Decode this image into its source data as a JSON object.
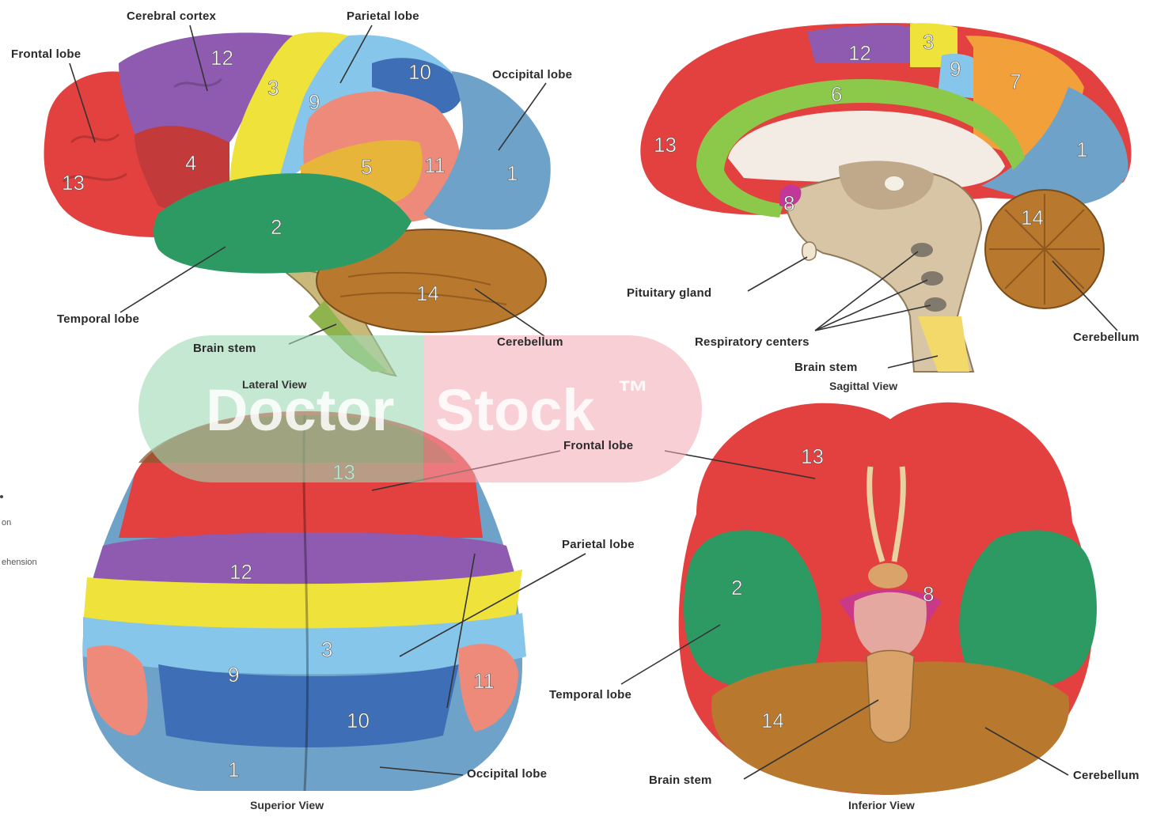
{
  "colors": {
    "frontal": "#e2413f",
    "temporal": "#2e9a63",
    "parietal_blue": "#86c6ea",
    "occipital": "#6fa2c8",
    "yellow": "#efe23a",
    "purple": "#8f5bb0",
    "orange": "#f2a03a",
    "green_light": "#8cc94a",
    "cerebellum": "#b8782e",
    "salmon": "#ee8a7a",
    "dark_blue": "#3e6fb6",
    "dark_red": "#c23a3a",
    "gold": "#e7b53a",
    "pink": "#c2379a",
    "watermark_green": "#9fd8b4",
    "watermark_red": "#f3a7b1"
  },
  "watermark": {
    "left": "Doctor",
    "right": "Stock",
    "mark": "™"
  },
  "lateral": {
    "caption": "Lateral View",
    "labels": {
      "cerebral_cortex": "Cerebral cortex",
      "parietal": "Parietal lobe",
      "frontal": "Frontal lobe",
      "occipital": "Occipital lobe",
      "temporal": "Temporal lobe",
      "brain_stem": "Brain stem",
      "cerebellum": "Cerebellum"
    },
    "numbers": [
      "12",
      "3",
      "9",
      "10",
      "13",
      "4",
      "5",
      "11",
      "1",
      "2",
      "14"
    ]
  },
  "sagittal": {
    "caption": "Sagittal View",
    "labels": {
      "pituitary": "Pituitary gland",
      "respiratory": "Respiratory centers",
      "brain_stem": "Brain stem",
      "cerebellum": "Cerebellum"
    },
    "numbers": [
      "12",
      "3",
      "9",
      "7",
      "6",
      "13",
      "1",
      "8",
      "14"
    ]
  },
  "superior": {
    "caption": "Superior View",
    "labels": {
      "frontal": "Frontal lobe",
      "parietal": "Parietal lobe",
      "occipital": "Occipital lobe"
    },
    "numbers": [
      "13",
      "12",
      "3",
      "9",
      "11",
      "10",
      "1"
    ]
  },
  "inferior": {
    "caption": "Inferior View",
    "labels": {
      "temporal": "Temporal lobe",
      "brain_stem": "Brain stem",
      "cerebellum": "Cerebellum"
    },
    "numbers": [
      "13",
      "2",
      "8",
      "14"
    ]
  },
  "edge_fragments": [
    "on",
    "ehension"
  ]
}
